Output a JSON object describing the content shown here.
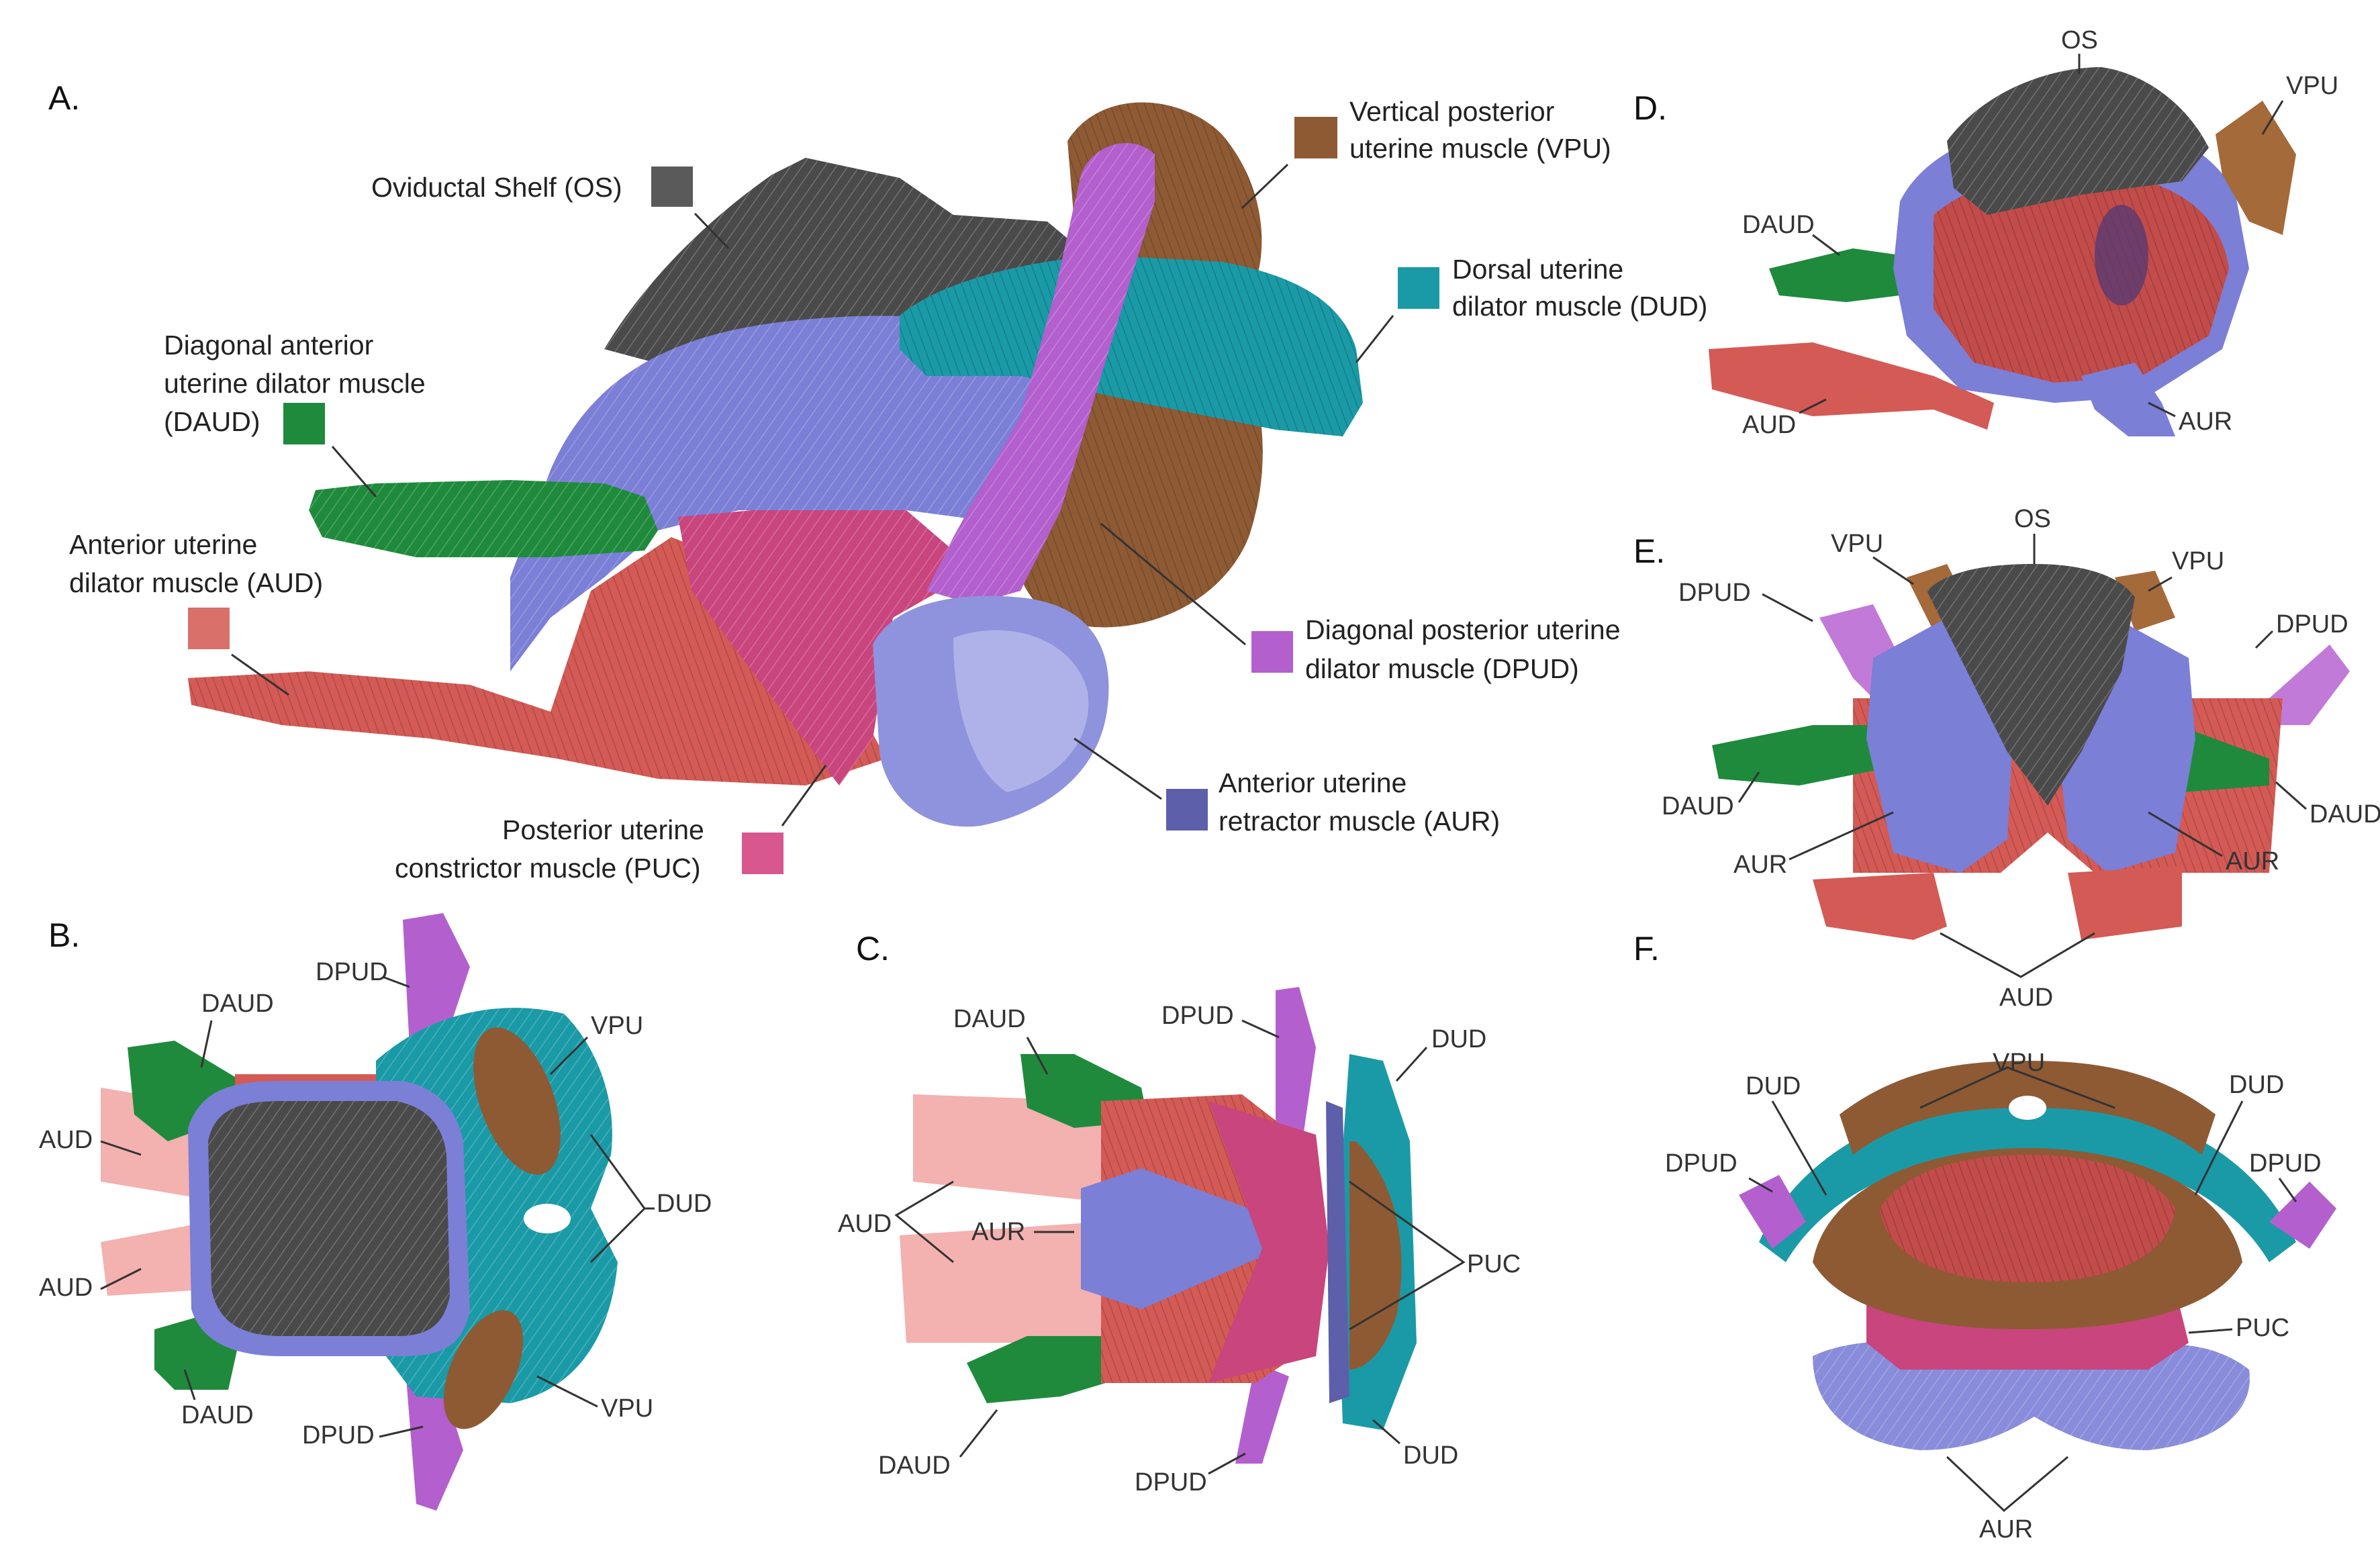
{
  "colors": {
    "OS": "#5a5a5a",
    "VPU": "#8e5a34",
    "DUD": "#1a9aa6",
    "DAUD": "#1f8a3c",
    "AUD": "#d9706a",
    "DPUD": "#b35fce",
    "AUR": "#5d5faa",
    "PUC": "#d8578f",
    "aur_fill": "#7b7fd6",
    "puc_fill": "#c9457d",
    "aud_fill": "#d45a55",
    "os_fill": "#4a4a4a"
  },
  "panels": {
    "A": {
      "letter": "A.",
      "legend": {
        "os": [
          "Oviductal Shelf (OS)"
        ],
        "vpu": [
          "Vertical posterior",
          "uterine muscle (VPU)"
        ],
        "dud": [
          "Dorsal uterine",
          "dilator muscle (DUD)"
        ],
        "daud": [
          "Diagonal anterior",
          "uterine dilator muscle",
          "(DAUD)"
        ],
        "aud": [
          "Anterior uterine",
          "dilator muscle (AUD)"
        ],
        "dpud": [
          "Diagonal posterior uterine",
          "dilator muscle (DPUD)"
        ],
        "aur": [
          "Anterior uterine",
          "retractor muscle (AUR)"
        ],
        "puc": [
          "Posterior uterine",
          "constrictor muscle (PUC)"
        ]
      }
    },
    "B": {
      "letter": "B.",
      "labels": {
        "daud_top": "DAUD",
        "dpud_top": "DPUD",
        "vpu_top": "VPU",
        "aud_top": "AUD",
        "dud": "DUD",
        "aud_bottom": "AUD",
        "daud_bottom": "DAUD",
        "dpud_bottom": "DPUD",
        "vpu_bottom": "VPU"
      }
    },
    "C": {
      "letter": "C.",
      "labels": {
        "daud_top": "DAUD",
        "dpud_top": "DPUD",
        "dud_top": "DUD",
        "aud": "AUD",
        "aur": "AUR",
        "puc": "PUC",
        "daud_bottom": "DAUD",
        "dpud_bottom": "DPUD",
        "dud_bottom": "DUD"
      }
    },
    "D": {
      "letter": "D.",
      "labels": {
        "os": "OS",
        "vpu": "VPU",
        "daud": "DAUD",
        "aud": "AUD",
        "aur": "AUR"
      }
    },
    "E": {
      "letter": "E.",
      "labels": {
        "os": "OS",
        "vpu_left": "VPU",
        "vpu_right": "VPU",
        "dpud_left": "DPUD",
        "dpud_right": "DPUD",
        "daud_left": "DAUD",
        "daud_right": "DAUD",
        "aur_left": "AUR",
        "aur_right": "AUR",
        "aud": "AUD"
      }
    },
    "F": {
      "letter": "F.",
      "labels": {
        "vpu": "VPU",
        "dud_left": "DUD",
        "dud_right": "DUD",
        "dpud_left": "DPUD",
        "dpud_right": "DPUD",
        "puc": "PUC",
        "aur": "AUR"
      }
    }
  }
}
